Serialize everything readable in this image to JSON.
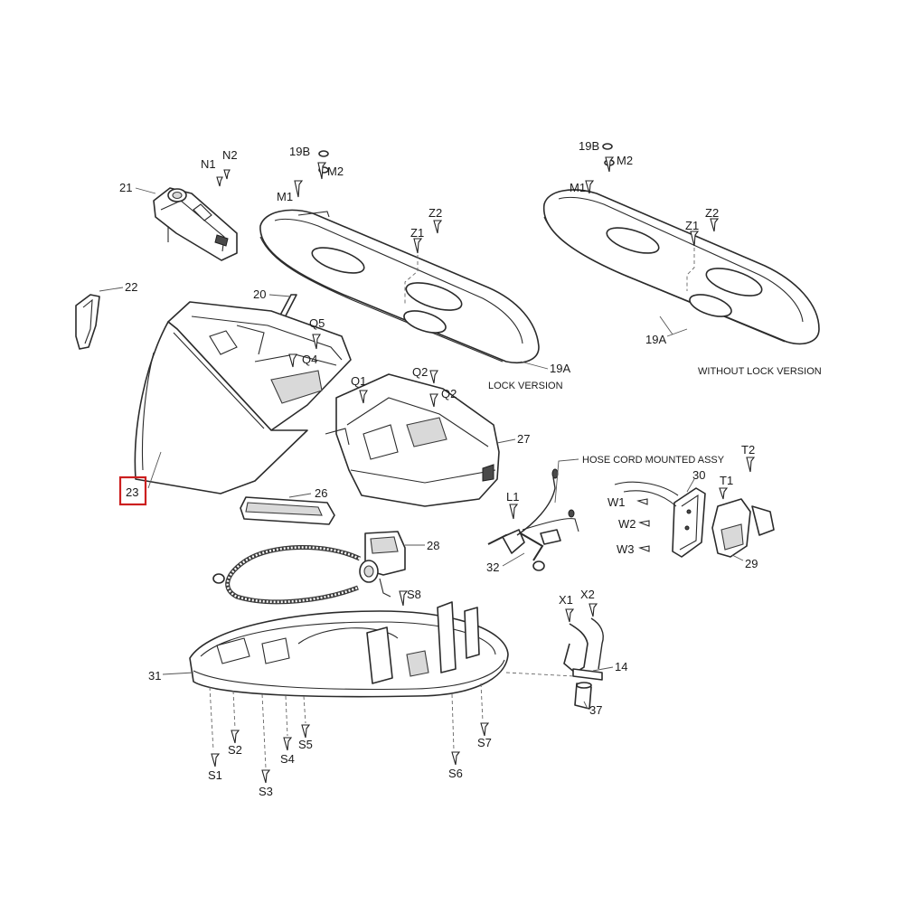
{
  "highlight": {
    "label": "23",
    "color": "#cc1f1f"
  },
  "captions": {
    "lock_version": "LOCK VERSION",
    "without_lock_version": "WITHOUT LOCK VERSION",
    "hose_cord": "HOSE CORD MOUNTED ASSY"
  },
  "labels": {
    "p21": "21",
    "p22": "22",
    "p20": "20",
    "p23": "23",
    "p26": "26",
    "p27": "27",
    "p28": "28",
    "p29": "29",
    "p30": "30",
    "p31": "31",
    "p32": "32",
    "p14": "14",
    "p37": "37",
    "p19a_lock": "19A",
    "p19a_nolock": "19A",
    "p19b_lock": "19B",
    "p19b_nolock": "19B",
    "n1": "N1",
    "n2": "N2",
    "m1_lock": "M1",
    "m2_lock": "M2",
    "m1_nolock": "M1",
    "m2_nolock": "M2",
    "z1_lock": "Z1",
    "z2_lock": "Z2",
    "z1_nolock": "Z1",
    "z2_nolock": "Z2",
    "q5": "Q5",
    "q4": "Q4",
    "q1": "Q1",
    "q2a": "Q2",
    "q2b": "Q2",
    "t1": "T1",
    "t2": "T2",
    "w1": "W1",
    "w2": "W2",
    "w3": "W3",
    "l1": "L1",
    "s8": "S8",
    "x1": "X1",
    "x2": "X2",
    "s1": "S1",
    "s2": "S2",
    "s3": "S3",
    "s4": "S4",
    "s5": "S5",
    "s6": "S6",
    "s7": "S7"
  }
}
